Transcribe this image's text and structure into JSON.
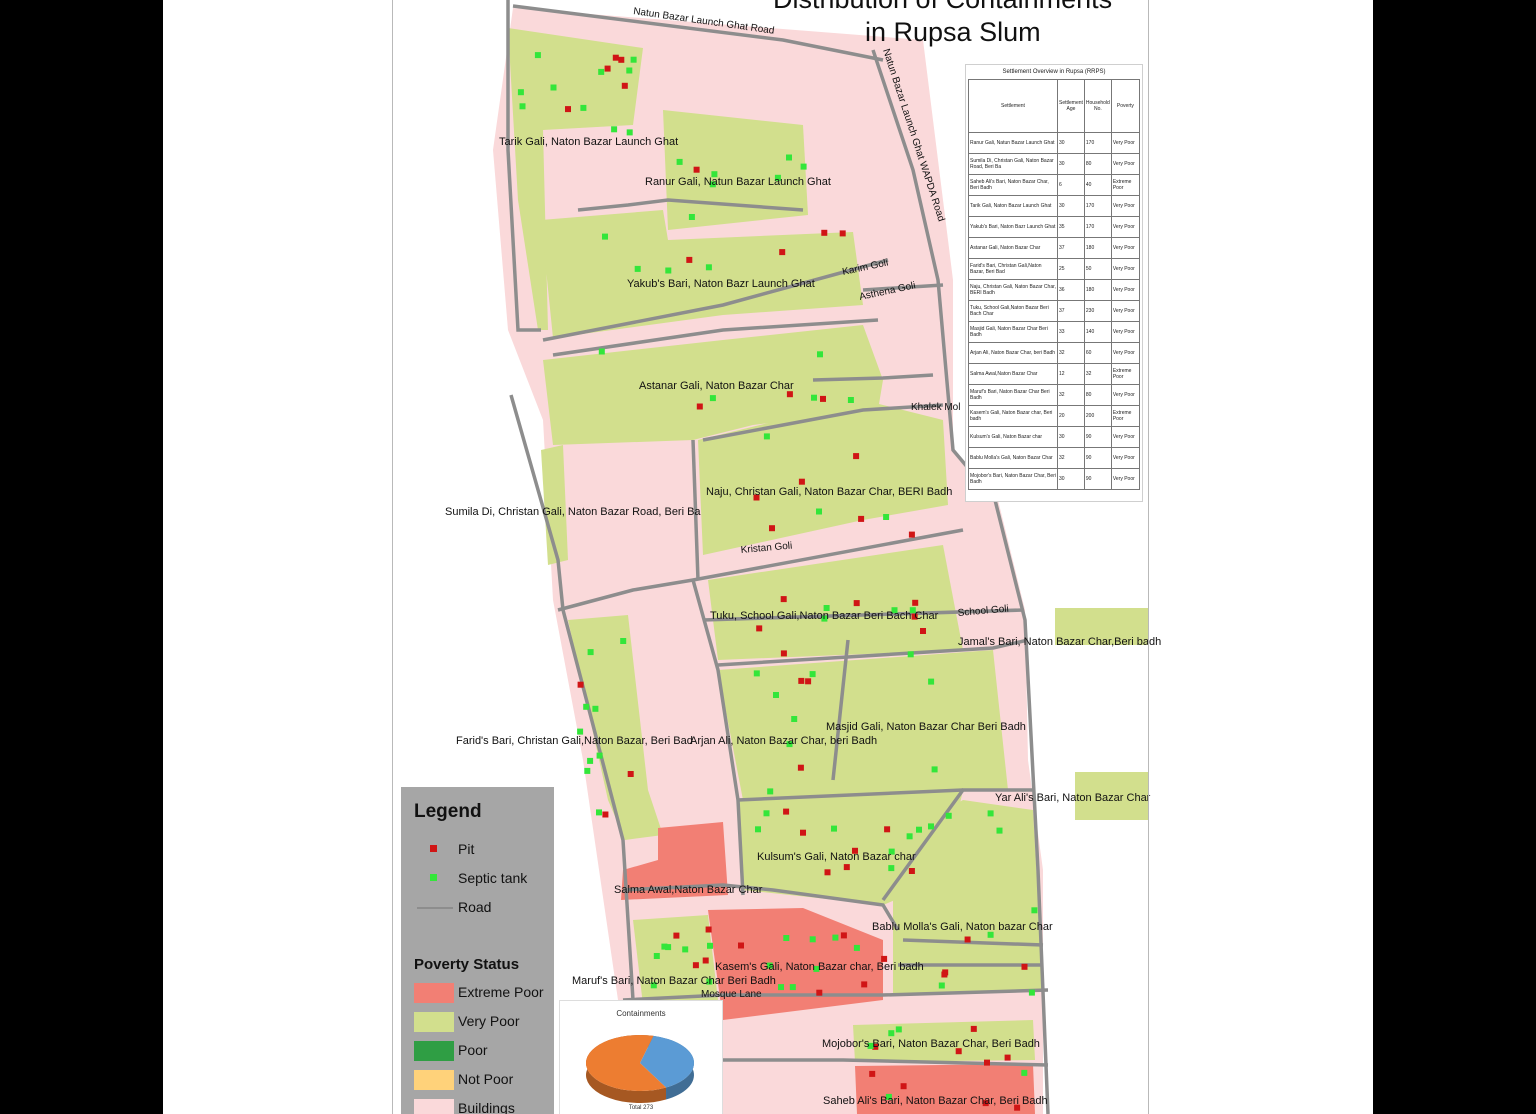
{
  "title": {
    "line1": "Distribution of Containments",
    "line2": "in Rupsa Slum"
  },
  "colors": {
    "very_poor": "#d2df8d",
    "extreme_poor": "#f27f74",
    "poor": "#2f9e44",
    "not_poor": "#ffd27a",
    "buildings": "#fad9da",
    "road": "#8d8d8d",
    "pit": "#d01515",
    "septic": "#33e63a"
  },
  "roads": {
    "r1": "Natun Bazar Launch Ghat Road",
    "r2": "Natun Bazar Launch Ghat WAPDA Road",
    "r3": "Karim Goli",
    "r4": "Asthena Goli",
    "r5": "Khalek Mol",
    "r6": "Kristan Goli",
    "r7": "School Goli",
    "r8": "Mosque Lane"
  },
  "areas": [
    "Tarik Gali, Naton Bazar Launch Ghat",
    "Ranur Gali, Natun Bazar Launch Ghat",
    "Yakub's Bari, Naton Bazr Launch Ghat",
    "Astanar Gali, Naton Bazar Char",
    "Naju, Christan Gali, Naton Bazar Char, BERI Badh",
    "Sumila Di, Christan Gali, Naton Bazar Road, Beri Ba",
    "Tuku, School Gali,Naton Bazar Beri Bach Char",
    "Jamal's Bari, Naton Bazar Char,Beri badh",
    "Masjid Gali, Naton Bazar Char Beri Badh",
    "Farid's Bari, Christan Gali,Naton Bazar, Beri Bad",
    "Arjan Ali, Naton Bazar Char, beri Badh",
    "Yar Ali's Bari, Naton Bazar Char",
    "Kulsum's Gali, Naton Bazar char",
    "Salma Awal,Naton Bazar Char",
    "Bablu Molla's Gali, Naton bazar Char",
    "Kasem's Gali, Naton Bazar char, Beri badh",
    "Maruf's Bari, Naton Bazar Char Beri Badh",
    "Mojobor's Bari, Naton Bazar Char, Beri Badh",
    "Saheb Ali's Bari, Naton Bazar Char, Beri Badh"
  ],
  "legend": {
    "title": "Legend",
    "pit": "Pit",
    "septic": "Septic tank",
    "road": "Road",
    "poverty_title": "Poverty Status",
    "extreme_poor": "Extreme Poor",
    "very_poor": "Very Poor",
    "poor": "Poor",
    "not_poor": "Not Poor",
    "buildings": "Buildings"
  },
  "table": {
    "title": "Settlement Overview in Rupsa (RRPS)",
    "headers": [
      "Settlement",
      "Settlement Age",
      "Household No.",
      "Poverty"
    ],
    "rows": [
      [
        "Ranur Gali, Natun Bazar Launch Ghat",
        "30",
        "170",
        "Very Poor"
      ],
      [
        "Sumila Di, Christan Gali, Naton Bazar Road, Beri Ba",
        "30",
        "80",
        "Very Poor"
      ],
      [
        "Saheb Ali's Bari, Naton Bazar Char, Beri Badh",
        "6",
        "40",
        "Extreme Poor"
      ],
      [
        "Tarik Gali, Naton Bazar Launch Ghat",
        "30",
        "170",
        "Very Poor"
      ],
      [
        "Yakub's Bari, Naton Bazr Launch Ghat",
        "35",
        "170",
        "Very Poor"
      ],
      [
        "Astanar Gali, Naton Bazar Char",
        "37",
        "180",
        "Very Poor"
      ],
      [
        "Farid's Bari, Christan Gali,Naton Bazar, Beri Bad",
        "25",
        "50",
        "Very Poor"
      ],
      [
        "Naju, Christan Gali, Naton Bazar Char, BERI Badh",
        "36",
        "180",
        "Very Poor"
      ],
      [
        "Tuku, School Gali,Naton Bazar Beri Bach Char",
        "37",
        "230",
        "Very Poor"
      ],
      [
        "Masjid Gali, Naton Bazar Char Beri Badh",
        "33",
        "140",
        "Very Poor"
      ],
      [
        "Arjan Ali, Naton Bazar Char, beri Badh",
        "32",
        "60",
        "Very Poor"
      ],
      [
        "Salma Awal,Naton Bazar Char",
        "12",
        "32",
        "Extreme Poor"
      ],
      [
        "Maruf's Bari, Naton Bazar Char Beri Badh",
        "32",
        "80",
        "Very Poor"
      ],
      [
        "Kasem's Gali, Naton Bazar char, Beri badh",
        "20",
        "200",
        "Extreme Poor"
      ],
      [
        "Kulsum's Gali, Naton Bazar char",
        "30",
        "90",
        "Very Poor"
      ],
      [
        "Bablu Molla's Gali, Naton Bazar Char",
        "32",
        "90",
        "Very Poor"
      ],
      [
        "Mojobor's Bari, Naton Bazar Char, Beri Badh",
        "30",
        "90",
        "Very Poor"
      ]
    ]
  },
  "chart_data": {
    "type": "pie",
    "title": "Containments",
    "series": [
      {
        "label": "Pit",
        "value": 38,
        "color": "#5b9bd5"
      },
      {
        "label": "Septic tank",
        "value": 62,
        "color": "#ed7d31"
      }
    ],
    "total_label": "Total 273"
  }
}
